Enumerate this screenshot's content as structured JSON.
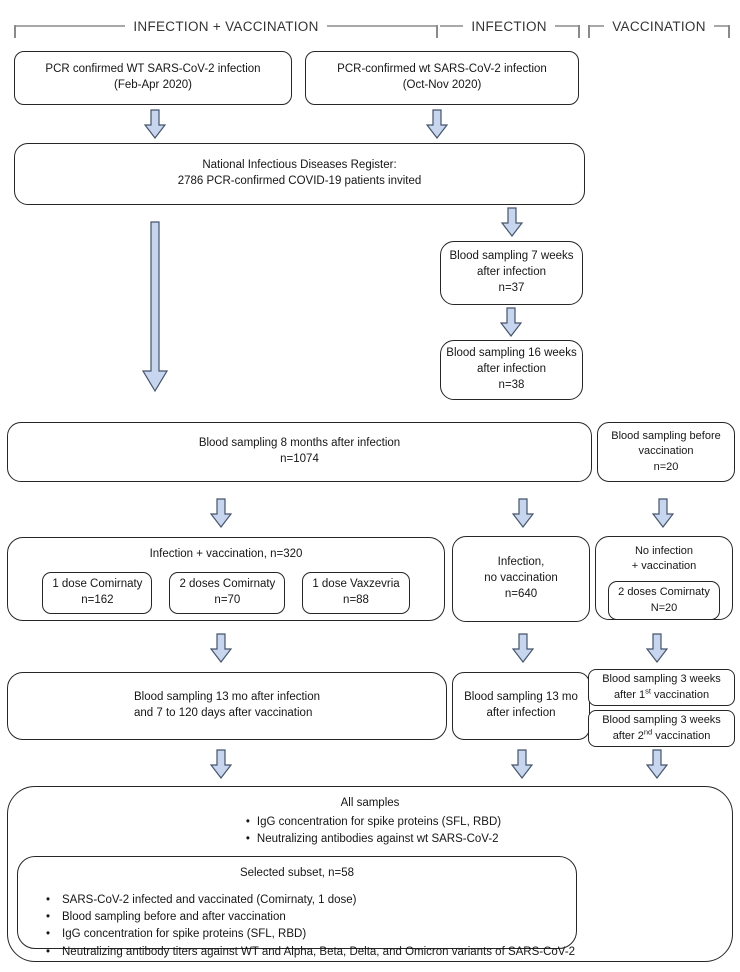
{
  "colors": {
    "arrow_fill": "#c7d5ee",
    "arrow_stroke": "#44546a",
    "box_border": "#262626",
    "header_line": "#a8a8a8"
  },
  "header": {
    "sections": [
      {
        "label": "INFECTION + VACCINATION"
      },
      {
        "label": "INFECTION"
      },
      {
        "label": "VACCINATION"
      }
    ]
  },
  "flow": {
    "pcr_feb": {
      "line1": "PCR confirmed WT SARS-CoV-2 infection",
      "line2": "(Feb-Apr 2020)"
    },
    "pcr_oct": {
      "line1": "PCR-confirmed wt SARS-CoV-2  infection",
      "line2": "(Oct-Nov 2020)"
    },
    "register": {
      "line1": "National Infectious Diseases Register:",
      "line2": "2786 PCR-confirmed COVID-19 patients invited"
    },
    "wk7": {
      "line1": "Blood sampling 7 weeks",
      "line2": "after infection",
      "line3": "n=37"
    },
    "wk16": {
      "line1": "Blood sampling 16 weeks",
      "line2": "after infection",
      "line3": "n=38"
    },
    "mo8": {
      "line1": "Blood sampling 8 months after infection",
      "line2": "n=1074"
    },
    "before_vacc": {
      "line1": "Blood sampling before",
      "line2": "vaccination",
      "line3": "n=20"
    },
    "inf_vacc": {
      "title": "Infection + vaccination, n=320",
      "doses": [
        {
          "line1": "1 dose Comirnaty",
          "line2": "n=162"
        },
        {
          "line1": "2 doses Comirnaty",
          "line2": "n=70"
        },
        {
          "line1": "1 dose Vaxzevria",
          "line2": "n=88"
        }
      ]
    },
    "inf_only": {
      "line1": "Infection,",
      "line2": "no vaccination",
      "line3": "n=640"
    },
    "vacc_only": {
      "line1": "No infection",
      "line2": "+ vaccination",
      "sub": {
        "line1": "2 doses Comirnaty",
        "line2": "N=20"
      }
    },
    "mo13_vacc": {
      "line1": "Blood sampling 13 mo after infection",
      "line2": "and 7 to 120 days after vaccination"
    },
    "mo13": {
      "line1": "Blood sampling 13 mo",
      "line2": "after infection"
    },
    "wk3_1": {
      "line1": "Blood sampling 3 weeks",
      "pre": "after 1",
      "sup": "st",
      "post": " vaccination"
    },
    "wk3_2": {
      "line1": "Blood sampling 3 weeks",
      "pre": "after 2",
      "sup": "nd",
      "post": " vaccination"
    },
    "results": {
      "title": "All samples",
      "bullets": [
        "IgG concentration for spike proteins (SFL, RBD)",
        "Neutralizing antibodies against wt SARS-CoV-2"
      ],
      "subset_title": "Selected subset, n=58",
      "subset_bullets": [
        "SARS-CoV-2 infected and vaccinated (Comirnaty, 1 dose)",
        "Blood sampling before and after vaccination",
        "IgG concentration for spike proteins (SFL, RBD)",
        "Neutralizing antibody titers against WT and Alpha, Beta, Delta, and Omicron variants of SARS-CoV-2"
      ]
    }
  }
}
